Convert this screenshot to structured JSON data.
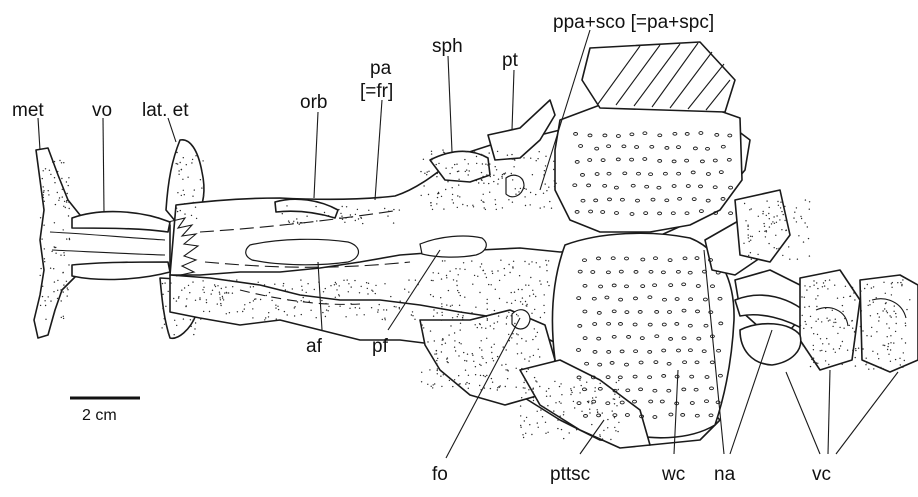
{
  "labels": {
    "met": "met",
    "vo": "vo",
    "lat_et": "lat. et",
    "orb": "orb",
    "pa": "pa",
    "pa_fr": "[=fr]",
    "sph": "sph",
    "pt": "pt",
    "ppa_sco": "ppa+sco [=pa+spc]",
    "af": "af",
    "pf": "pf",
    "fo": "fo",
    "pttsc": "pttsc",
    "wc": "wc",
    "na": "na",
    "vc": "vc"
  },
  "scale_bar": {
    "label": "2 cm"
  },
  "colors": {
    "ink": "#1a1a1a",
    "background": "#ffffff"
  }
}
